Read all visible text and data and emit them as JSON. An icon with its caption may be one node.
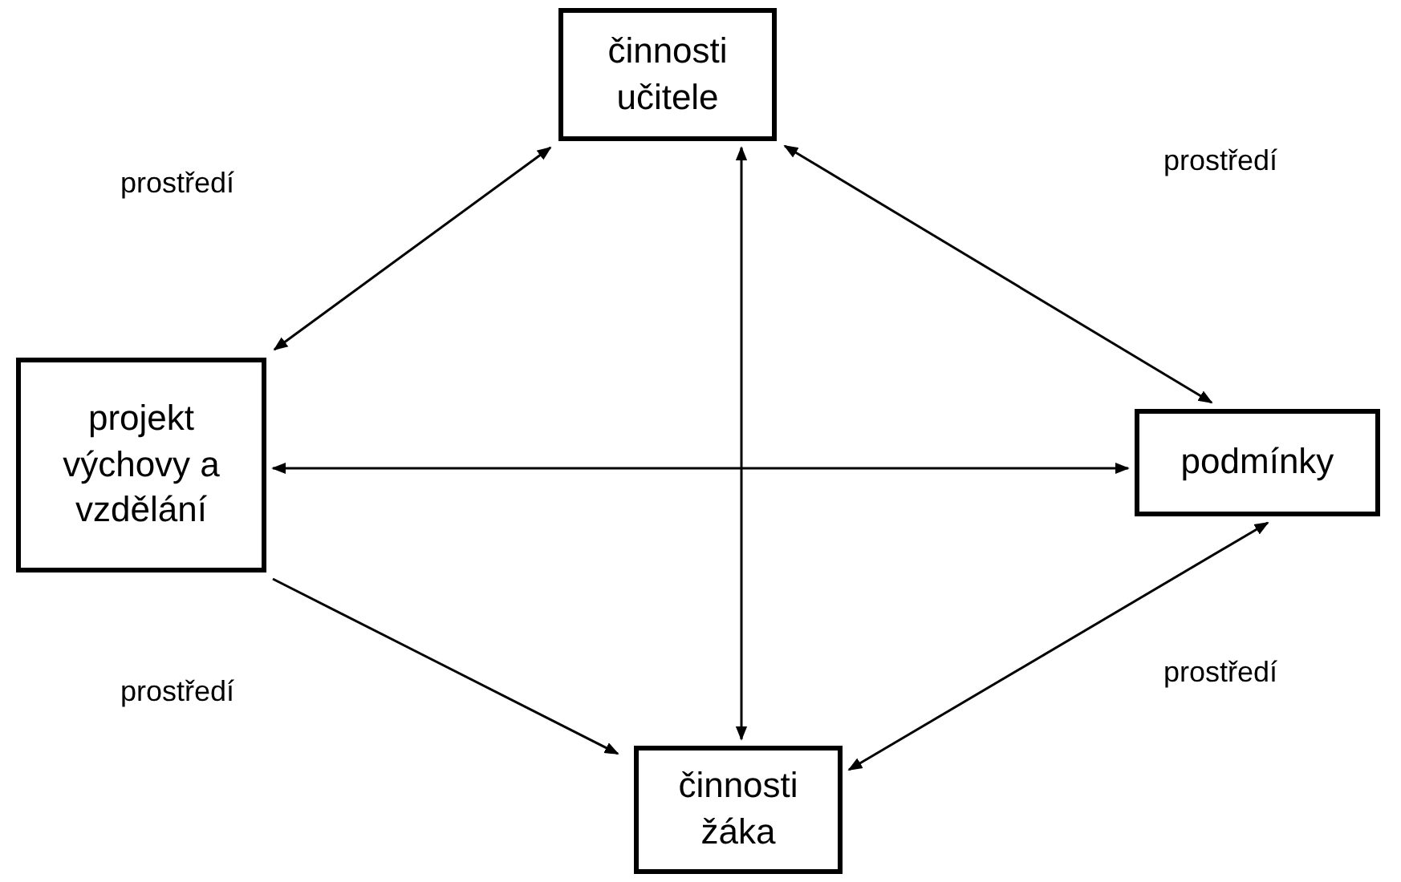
{
  "diagram": {
    "nodes": [
      {
        "text": [
          "činnosti učitele"
        ]
      },
      {
        "text": [
          "projekt výchovy a vzdělání"
        ]
      },
      {
        "text": [
          "podmínky"
        ]
      },
      {
        "text": [
          "činnosti žáka"
        ]
      }
    ],
    "edges": [
      {
        "from": 0,
        "to": 1,
        "arrow": "both"
      },
      {
        "from": 0,
        "to": 2,
        "arrow": "both"
      },
      {
        "from": 0,
        "to": 3,
        "arrow": "both"
      },
      {
        "from": 1,
        "to": 2,
        "arrow": "both"
      },
      {
        "from": 1,
        "to": 3,
        "arrow": "to"
      },
      {
        "from": 2,
        "to": 3,
        "arrow": "both"
      }
    ],
    "labels": [
      "prostředí",
      "prostředí",
      "prostředí",
      "prostředí"
    ]
  }
}
